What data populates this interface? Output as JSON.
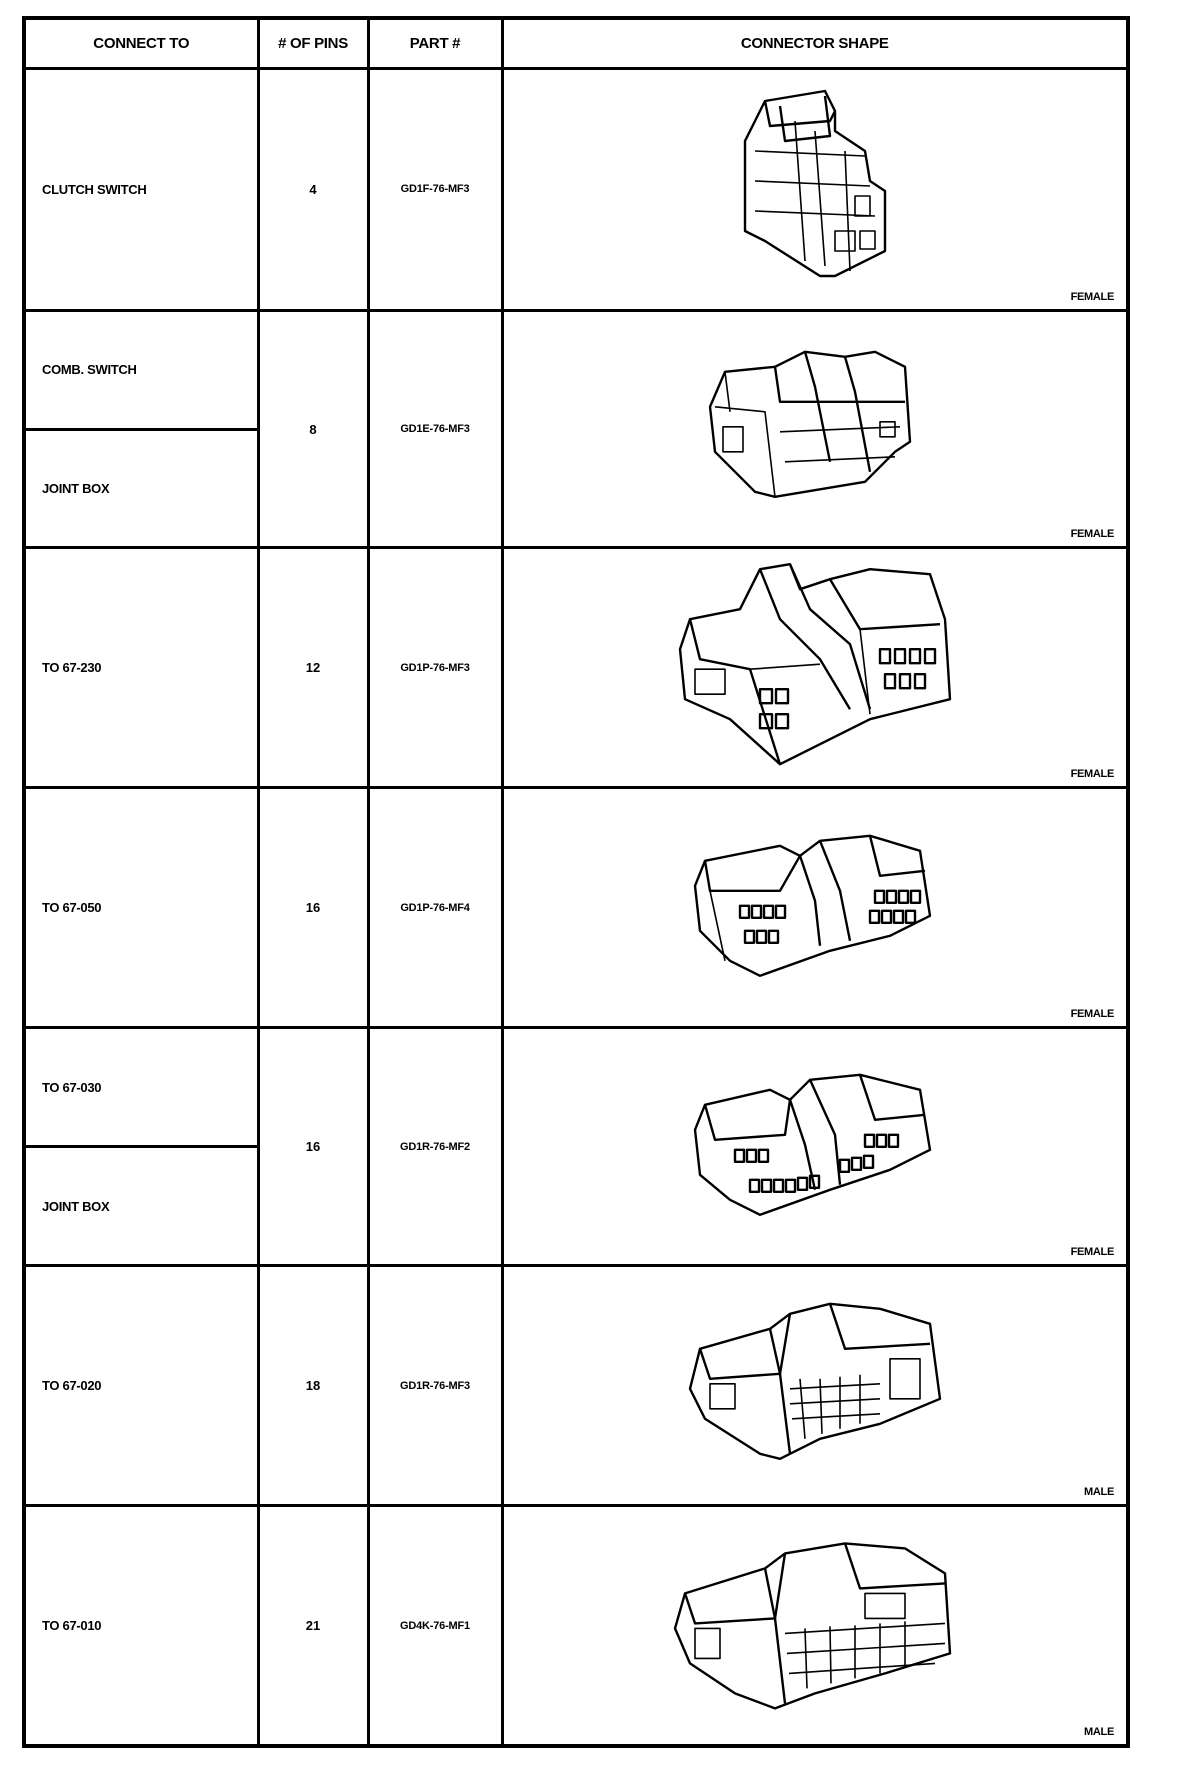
{
  "table": {
    "headers": {
      "connect_to": "CONNECT TO",
      "pins": "# OF PINS",
      "part": "PART #",
      "shape": "CONNECTOR SHAPE"
    },
    "rows": [
      {
        "connect_to": [
          "CLUTCH SWITCH"
        ],
        "pins": "4",
        "part": "GD1F-76-MF3",
        "gender": "FEMALE",
        "icon": "connector-4pin-icon"
      },
      {
        "connect_to": [
          "COMB. SWITCH",
          "JOINT BOX"
        ],
        "pins": "8",
        "part": "GD1E-76-MF3",
        "gender": "FEMALE",
        "icon": "connector-8pin-icon"
      },
      {
        "connect_to": [
          "TO 67-230"
        ],
        "pins": "12",
        "part": "GD1P-76-MF3",
        "gender": "FEMALE",
        "icon": "connector-12pin-icon"
      },
      {
        "connect_to": [
          "TO 67-050"
        ],
        "pins": "16",
        "part": "GD1P-76-MF4",
        "gender": "FEMALE",
        "icon": "connector-16pin-icon"
      },
      {
        "connect_to": [
          "TO 67-030",
          "JOINT BOX"
        ],
        "pins": "16",
        "part": "GD1R-76-MF2",
        "gender": "FEMALE",
        "icon": "connector-16pin-icon"
      },
      {
        "connect_to": [
          "TO 67-020"
        ],
        "pins": "18",
        "part": "GD1R-76-MF3",
        "gender": "MALE",
        "icon": "connector-18pin-icon"
      },
      {
        "connect_to": [
          "TO 67-010"
        ],
        "pins": "21",
        "part": "GD4K-76-MF1",
        "gender": "MALE",
        "icon": "connector-21pin-icon"
      }
    ]
  }
}
